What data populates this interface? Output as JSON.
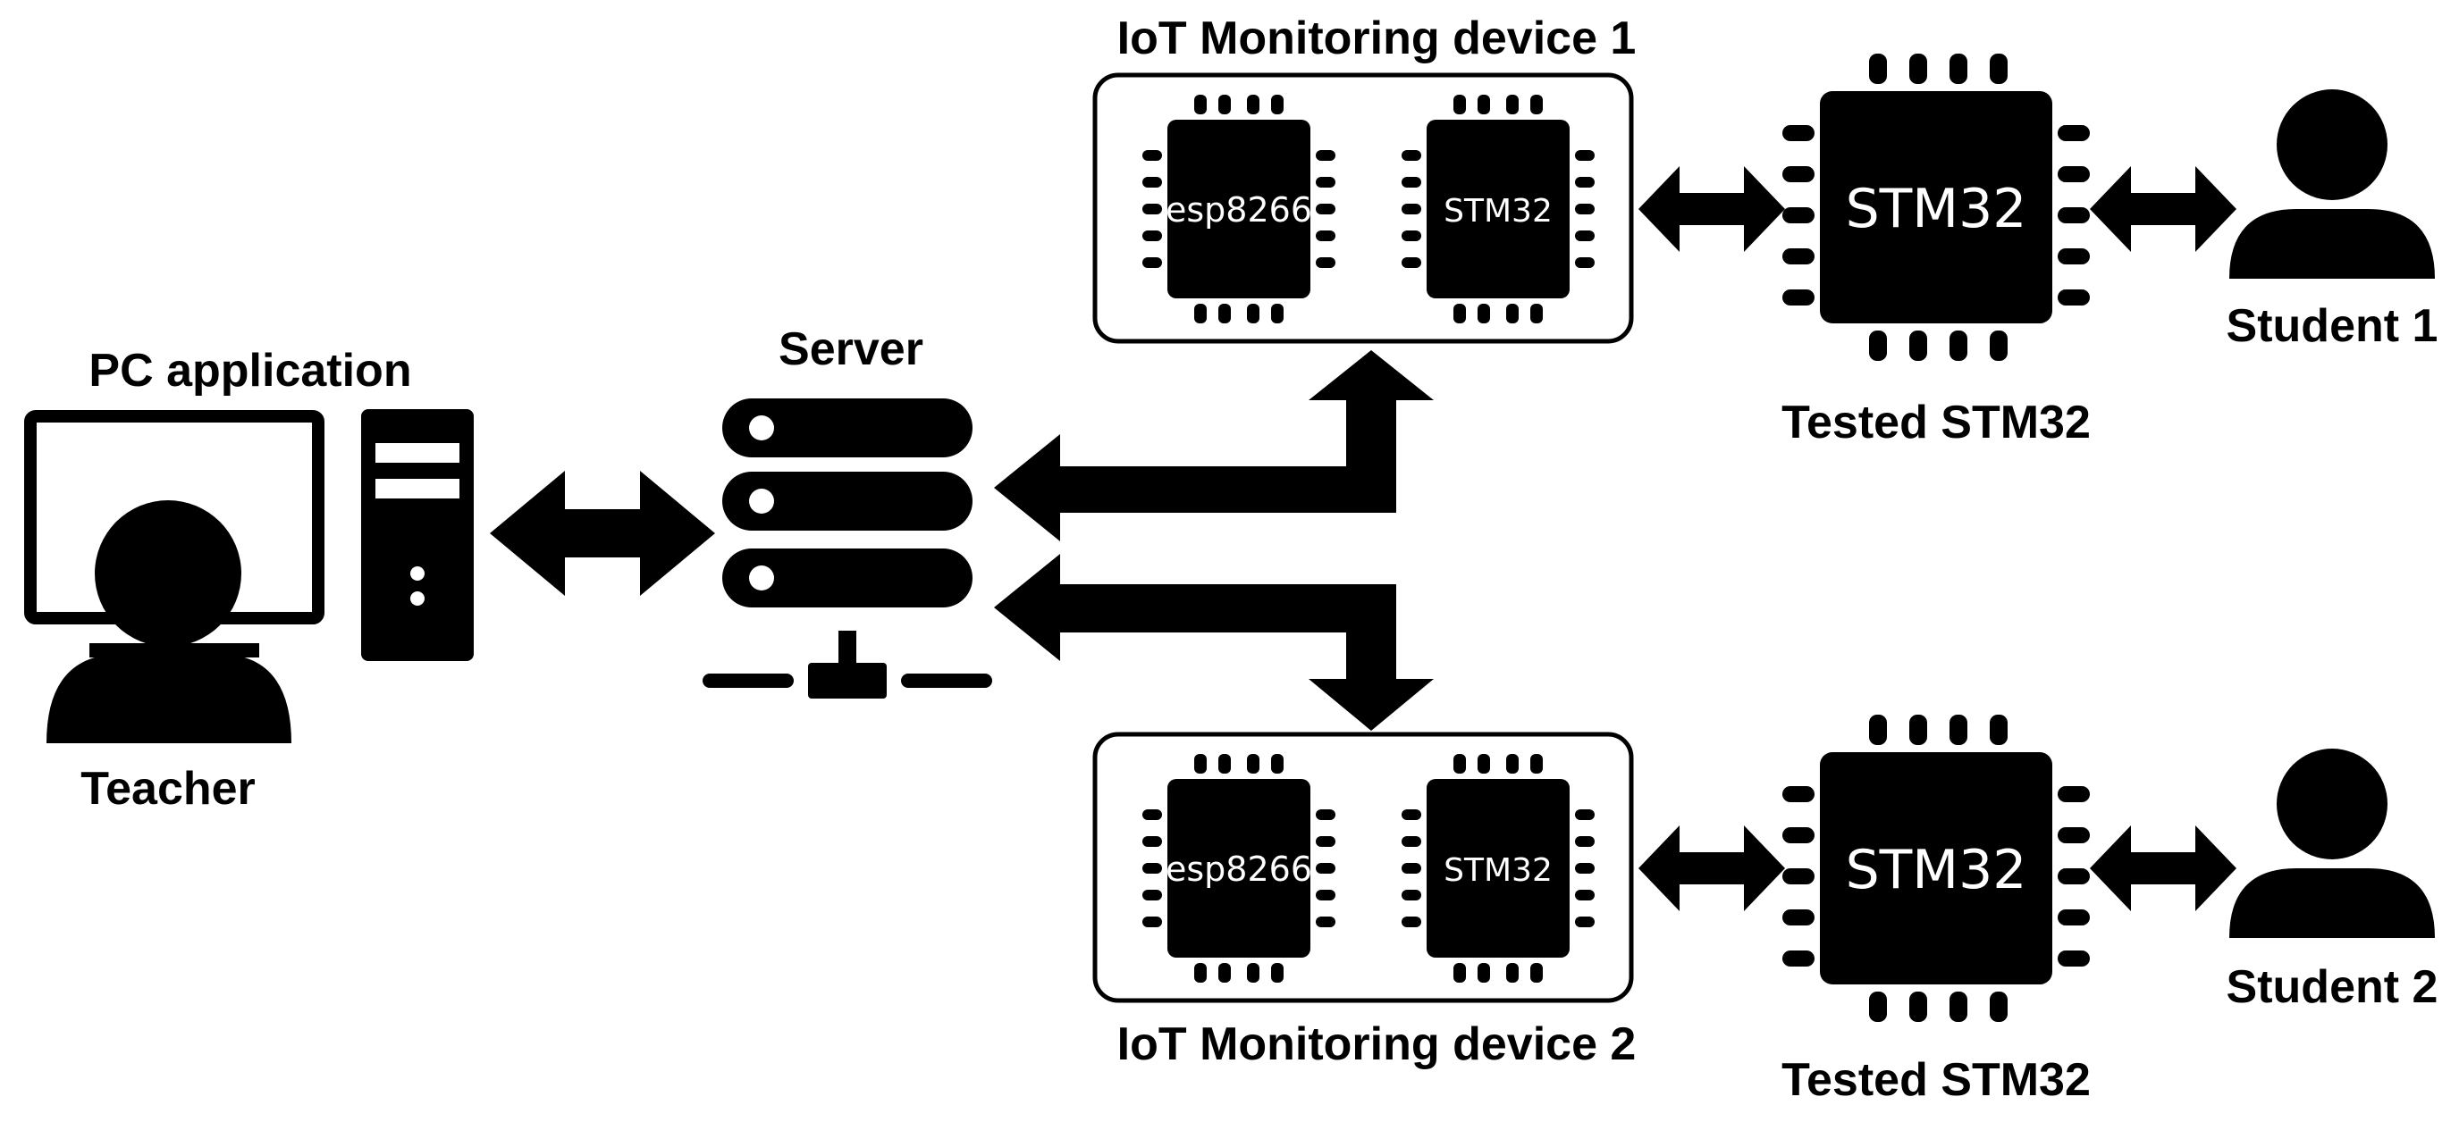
{
  "labels": {
    "pc_application": "PC application",
    "teacher": "Teacher",
    "server": "Server",
    "iot_device_1": "IoT Monitoring device 1",
    "iot_device_2": "IoT Monitoring device 2",
    "tested_stm32_1": "Tested STM32",
    "tested_stm32_2": "Tested STM32",
    "student_1": "Student 1",
    "student_2": "Student 2"
  },
  "chips": {
    "device1_esp": "esp8266",
    "device1_stm": "STM32",
    "device2_esp": "esp8266",
    "device2_stm": "STM32",
    "tested1": "STM32",
    "tested2": "STM32"
  },
  "icons": [
    "monitor-icon",
    "pc-tower-icon",
    "teacher-icon",
    "server-icon",
    "chip-icon",
    "student-icon",
    "double-arrow-icon"
  ],
  "colors": {
    "foreground": "#000000",
    "background": "#ffffff",
    "chip_text": "#ffffff"
  }
}
